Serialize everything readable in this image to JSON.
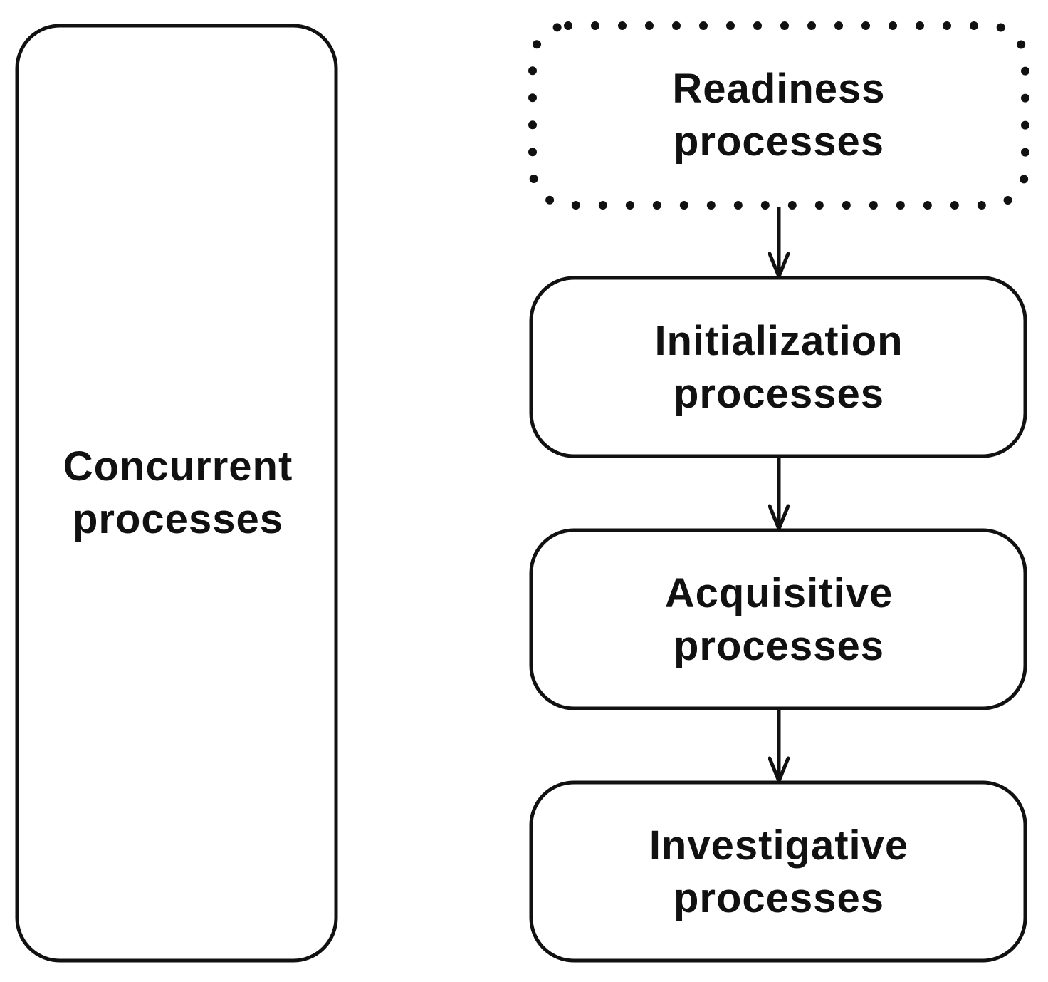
{
  "colors": {
    "stroke": "#111111",
    "background": "#ffffff"
  },
  "nodes": {
    "concurrent": {
      "line1": "Concurrent",
      "line2": "processes",
      "border": "solid"
    },
    "readiness": {
      "line1": "Readiness",
      "line2": "processes",
      "border": "dotted"
    },
    "initialization": {
      "line1": "Initialization",
      "line2": "processes",
      "border": "solid"
    },
    "acquisitive": {
      "line1": "Acquisitive",
      "line2": "processes",
      "border": "solid"
    },
    "investigative": {
      "line1": "Investigative",
      "line2": "processes",
      "border": "solid"
    }
  },
  "edges": [
    {
      "from": "readiness",
      "to": "initialization"
    },
    {
      "from": "initialization",
      "to": "acquisitive"
    },
    {
      "from": "acquisitive",
      "to": "investigative"
    }
  ]
}
